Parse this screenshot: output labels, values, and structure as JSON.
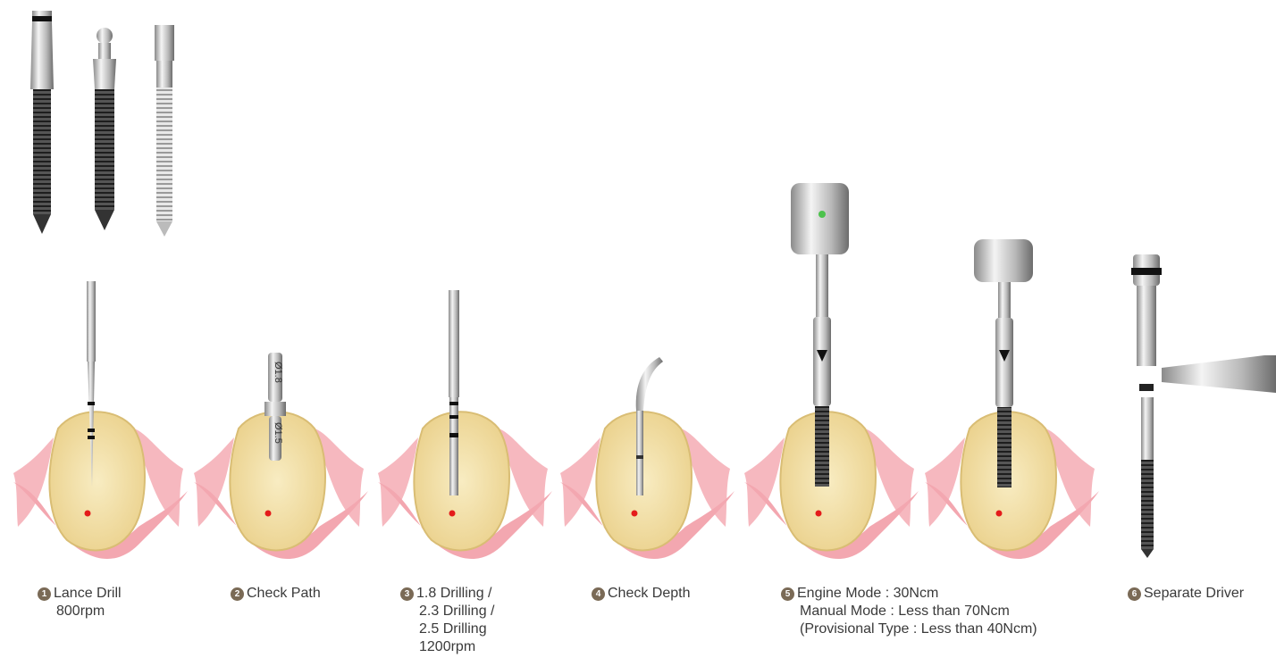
{
  "colors": {
    "gum": "#f3aab1",
    "gum_edge": "#e0707c",
    "bone": "#f2dc9e",
    "bone_dark": "#d9c07a",
    "marker": "#e41b1b",
    "step_badge": "#7a6a56",
    "indicator": "#4cc24c"
  },
  "top_implants": [
    "implant-icon",
    "implant-icon",
    "implant-icon"
  ],
  "steps": [
    {
      "number": "1",
      "lines": [
        "Lance Drill",
        "800rpm"
      ]
    },
    {
      "number": "2",
      "lines": [
        "Check Path"
      ]
    },
    {
      "number": "3",
      "lines": [
        "1.8 Drilling /",
        "2.3 Drilling /",
        "2.5 Drilling",
        "1200rpm"
      ]
    },
    {
      "number": "4",
      "lines": [
        "Check Depth"
      ]
    },
    {
      "number": "5",
      "lines": [
        "Engine Mode : 30Ncm",
        "Manual Mode : Less than 70Ncm",
        "(Provisional Type : Less than 40Ncm)"
      ]
    },
    {
      "number": "6",
      "lines": [
        "Separate Driver"
      ]
    }
  ],
  "gauge_labels": {
    "top": "Ø1.8",
    "bottom": "Ø1.5"
  }
}
